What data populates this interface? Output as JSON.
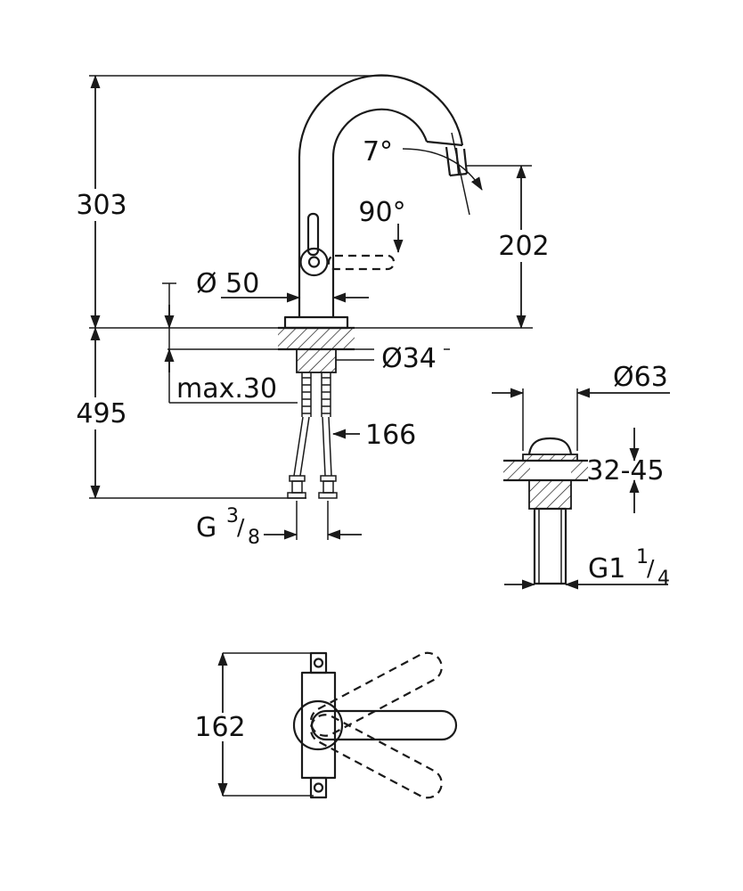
{
  "front_view": {
    "height_above_deck": "303",
    "height_below_deck": "495",
    "spout_outlet_height": "202",
    "spout_tilt_angle": "7°",
    "handle_swing_angle": "90°",
    "body_diameter": "Ø 50",
    "shank_diameter": "Ø34",
    "max_deck_thickness": "max.30",
    "spout_reach": "166",
    "supply_thread": {
      "prefix": "G",
      "numerator": "3",
      "slash": "/",
      "denominator": "8"
    }
  },
  "waste_view": {
    "flange_diameter": "Ø63",
    "deck_thickness_range": "32-45",
    "waste_thread": {
      "prefix": "G1",
      "numerator": "1",
      "slash": "/",
      "denominator": "4"
    }
  },
  "top_view": {
    "body_length": "162"
  },
  "colors": {
    "line": "#1a1a1a",
    "text": "#111111",
    "background": "#ffffff"
  }
}
